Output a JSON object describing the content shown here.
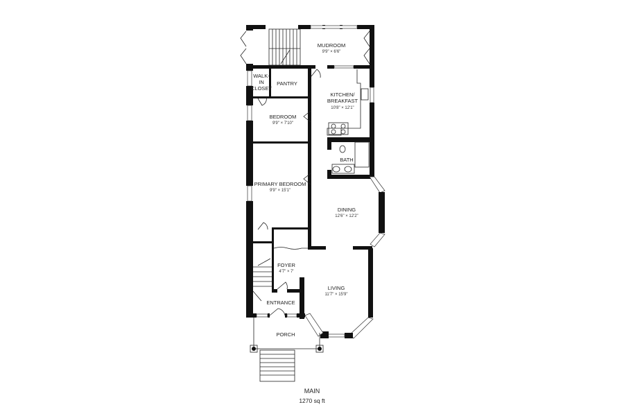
{
  "floor": {
    "name": "MAIN",
    "area": "1270 sq ft"
  },
  "rooms": [
    {
      "id": "mudroom",
      "name": "MUDROOM",
      "dims": "9'9\" × 6'6\""
    },
    {
      "id": "walk-in-closet",
      "name_lines": [
        "WALK-",
        "IN",
        "CLOSET"
      ]
    },
    {
      "id": "pantry",
      "name": "PANTRY"
    },
    {
      "id": "kitchen",
      "name_lines": [
        "KITCHEN/",
        "BREAKFAST"
      ],
      "dims": "10'8\" × 12'1\""
    },
    {
      "id": "bedroom",
      "name": "BEDROOM",
      "dims": "9'9\" × 7'10\""
    },
    {
      "id": "bath",
      "name": "BATH"
    },
    {
      "id": "primary-bedroom",
      "name": "PRIMARY BEDROOM",
      "dims": "9'9\" × 15'1\""
    },
    {
      "id": "dining",
      "name": "DINING",
      "dims": "12'6\" × 12'2\""
    },
    {
      "id": "foyer",
      "name": "FOYER",
      "dims": "4'7\" × 7'"
    },
    {
      "id": "living",
      "name": "LIVING",
      "dims": "11'7\" × 15'9\""
    },
    {
      "id": "entrance",
      "name": "ENTRANCE"
    },
    {
      "id": "porch",
      "name": "PORCH"
    }
  ]
}
